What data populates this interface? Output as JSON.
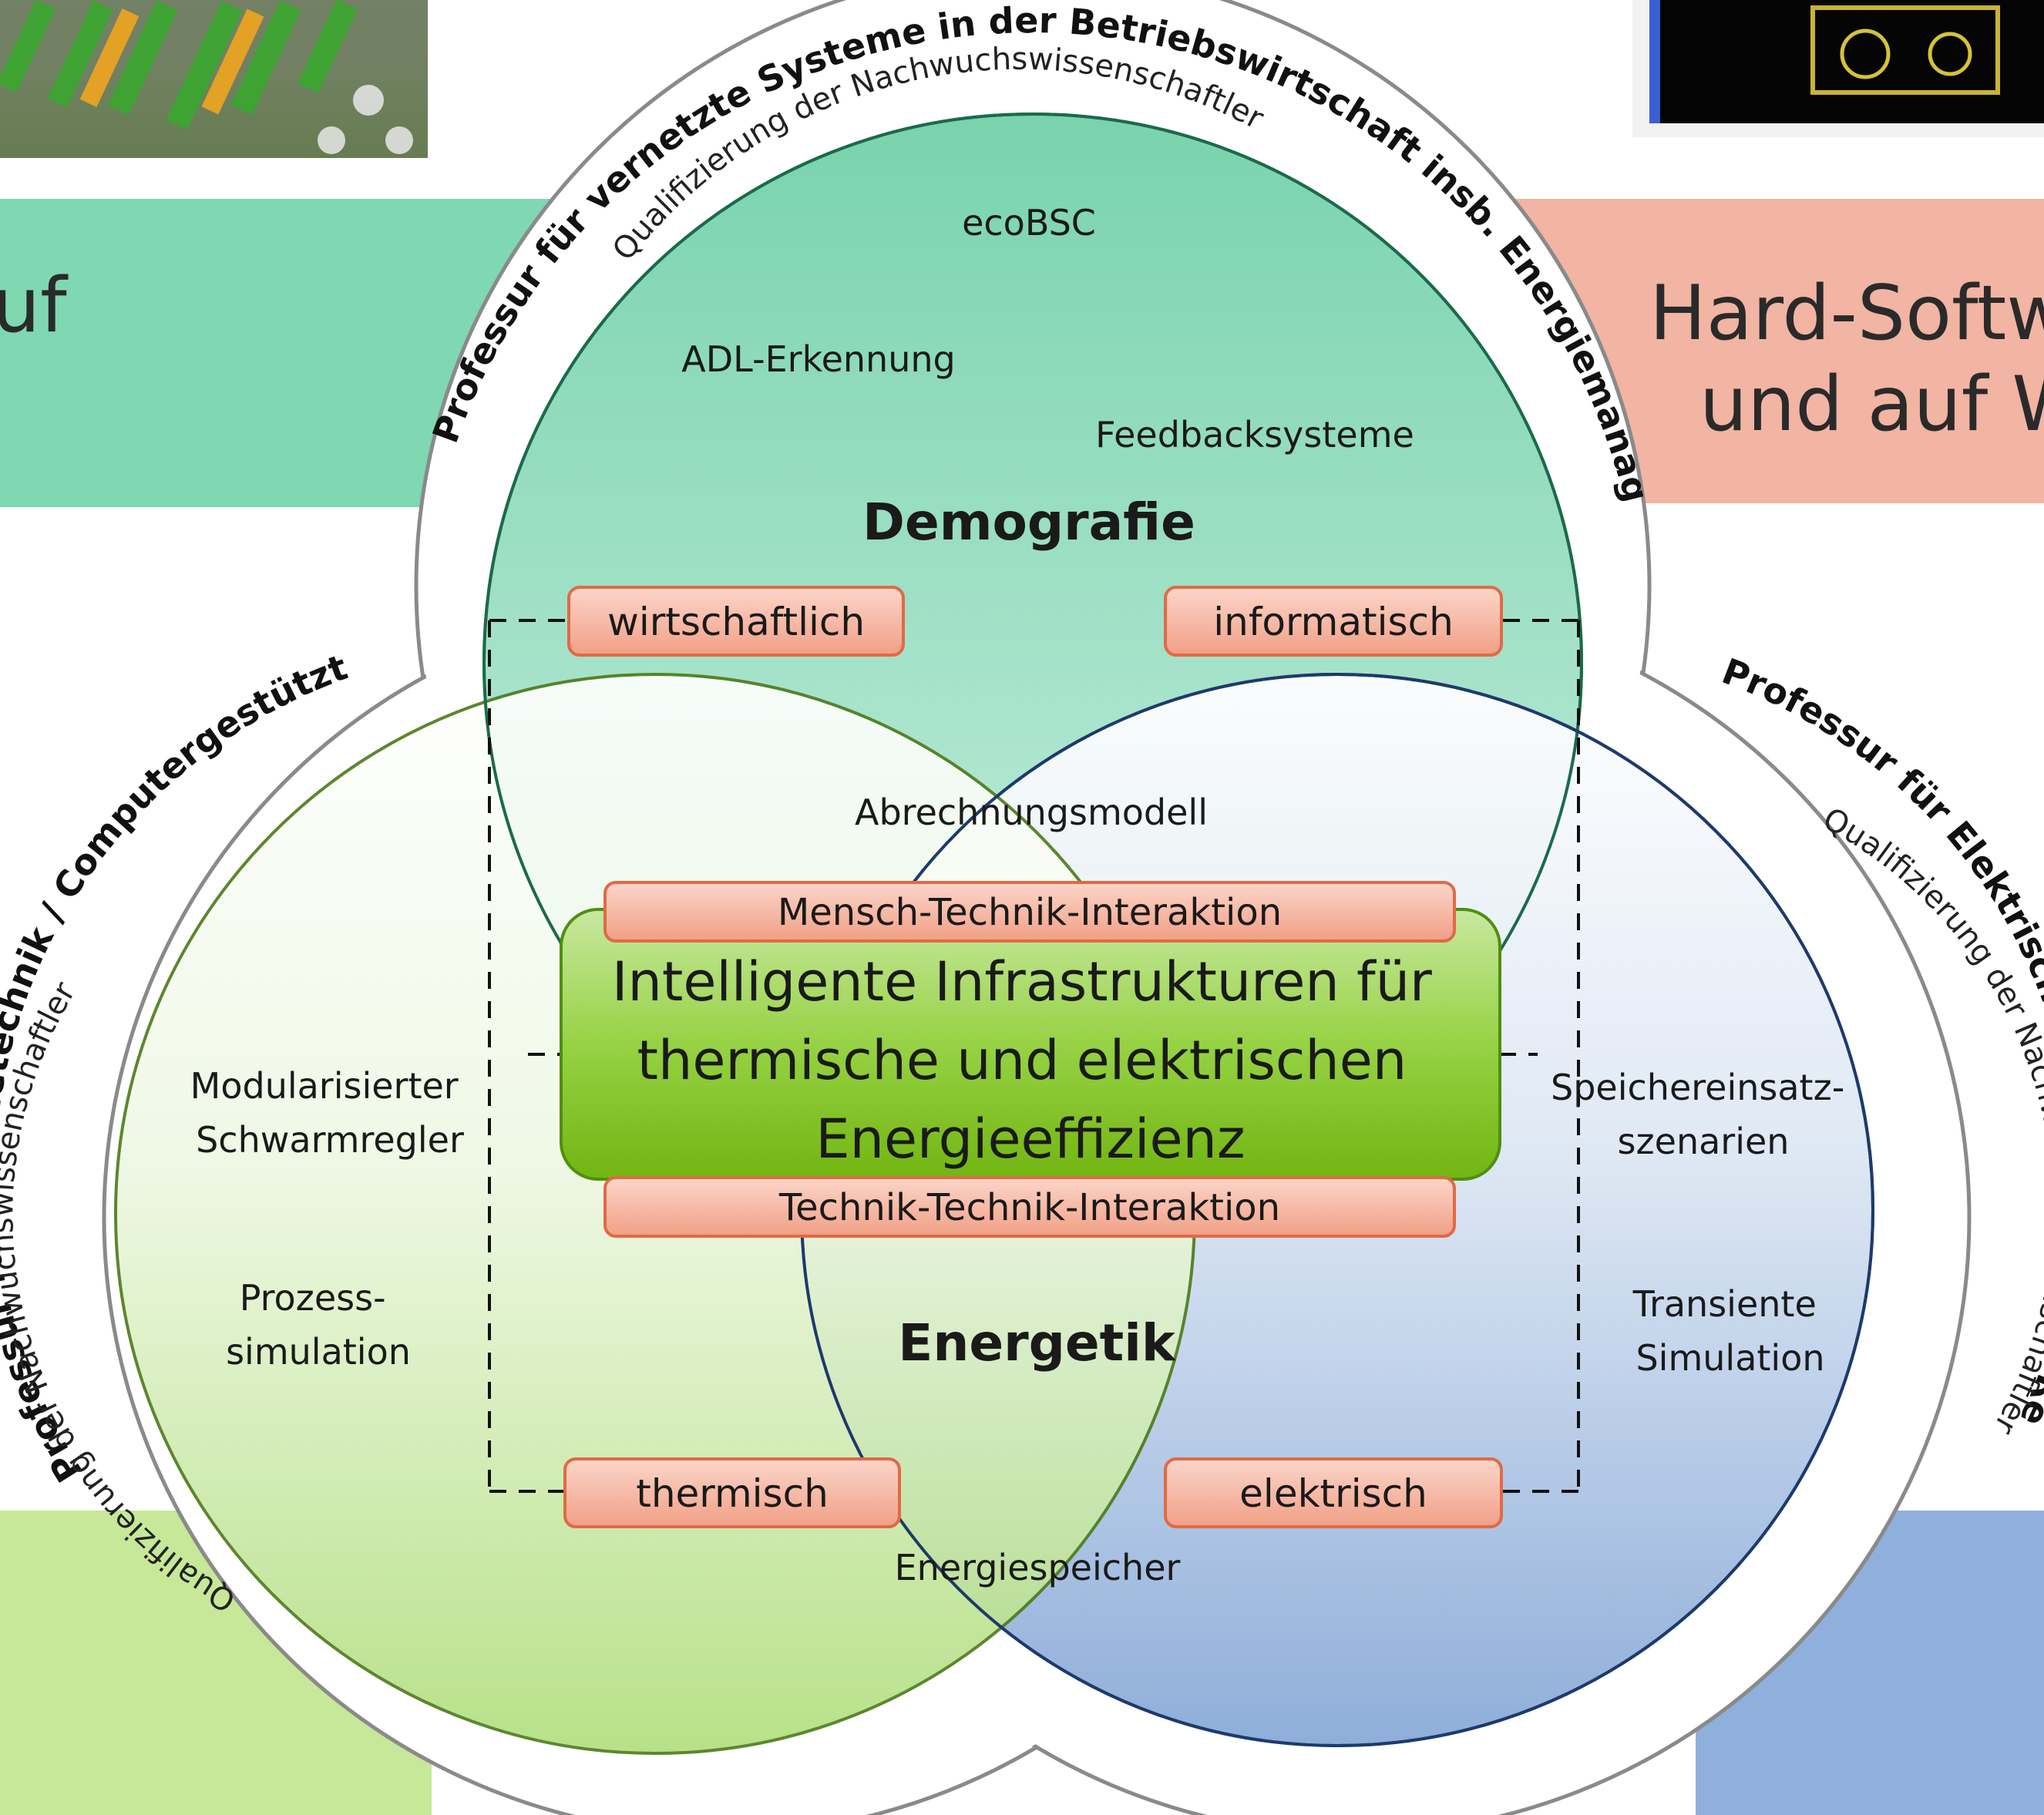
{
  "top_left_panel_text": "uf",
  "top_right_panel_text": [
    "Hard-Softw",
    "und auf W"
  ],
  "center_box": {
    "lines": [
      "Intelligente Infrastrukturen für",
      "thermische und elektrischen",
      "Energieeffizienz"
    ],
    "top_tag": "Mensch-Technik-Interaktion",
    "bottom_tag": "Technik-Technik-Interaktion"
  },
  "circles": {
    "top": {
      "title": "Demografie",
      "items": [
        "ecoBSC",
        "ADL-Erkennung",
        "Feedbacksysteme"
      ],
      "arc_outer": "Professur für vernetzte Systeme in der Betriebswirtschaft insb. Energiemanagement",
      "arc_inner": "Qualifizierung der Nachwuchswissenschaftler"
    },
    "left": {
      "items": [
        [
          "Modularisierter",
          "Schwarmregler"
        ],
        [
          "Prozess-",
          "simulation"
        ]
      ],
      "arc_outer": "Professur für Wärmetechnik / Computergestützte Planungsmethoden",
      "arc_inner": "Qualifizierung der Nachwuchswissenschaftler"
    },
    "right": {
      "items": [
        [
          "Speichereinsatz-",
          "szenarien"
        ],
        [
          "Transiente",
          "Simulation"
        ]
      ],
      "arc_outer": "Professur für Elektrische Energietechnik / Regenerative Energien",
      "arc_inner": "Qualifizierung der Nachwuchswissenschaftler"
    },
    "bottom_title": "Energetik"
  },
  "overlaps": {
    "top_lower": "Abrechnungsmodell",
    "bottom_lower": "Energiespeicher"
  },
  "corner_tags": {
    "top_left": "wirtschaftlich",
    "top_right": "informatisch",
    "bottom_left": "thermisch",
    "bottom_right": "elektrisch"
  },
  "colors": {
    "green_top": "#7fd8b1",
    "green_left": "#b9e38a",
    "blue_right": "#8fb0dc",
    "salmon": "#f2b4a3",
    "center_green": "#7ec61a",
    "tag_fill": "#f7b7a3",
    "tag_stroke": "#e06a45"
  }
}
